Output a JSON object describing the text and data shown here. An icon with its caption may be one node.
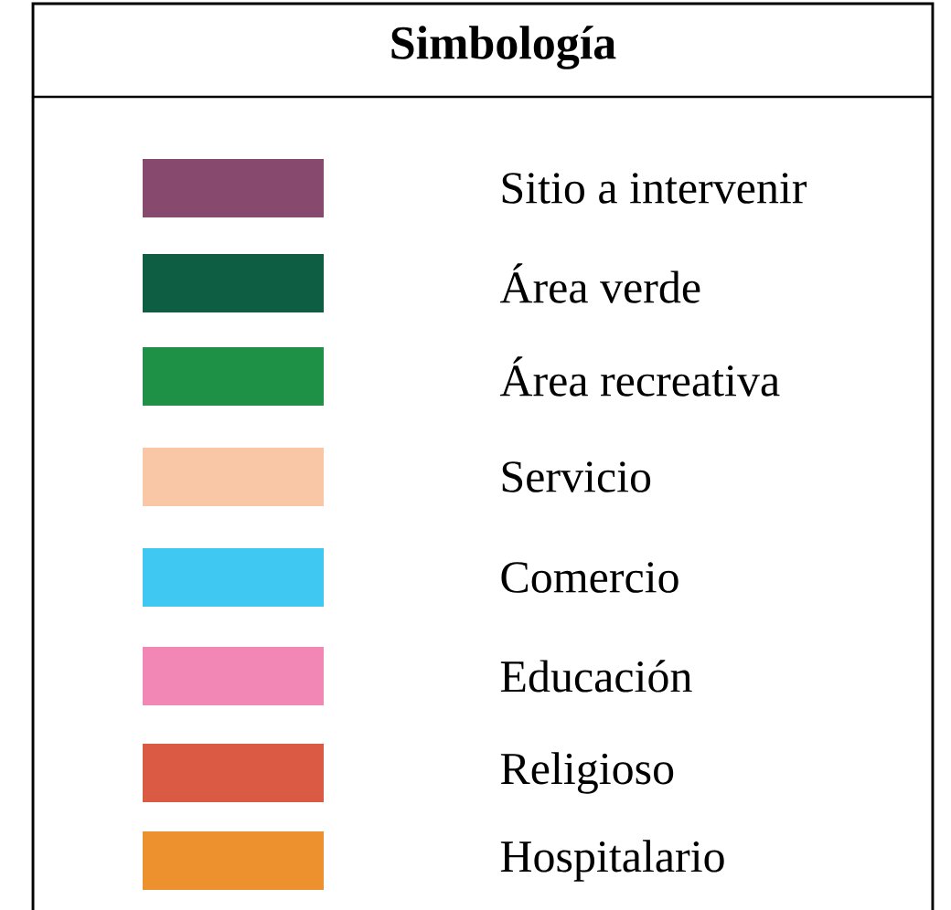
{
  "diagram": {
    "title": "Simbología",
    "legend": [
      {
        "text": "Sitio a intervenir",
        "color": "#874a6e"
      },
      {
        "text": "Área verde",
        "color": "#0e5e44"
      },
      {
        "text": "Área recreativa",
        "color": "#1e9146"
      },
      {
        "text": "Servicio",
        "color": "#f9c6a6"
      },
      {
        "text": "Comercio",
        "color": "#3ec8f2"
      },
      {
        "text": "Educación",
        "color": "#f287b5"
      },
      {
        "text": "Religioso",
        "color": "#da5a43"
      },
      {
        "text": "Hospitalario",
        "color": "#ec912e"
      }
    ]
  }
}
